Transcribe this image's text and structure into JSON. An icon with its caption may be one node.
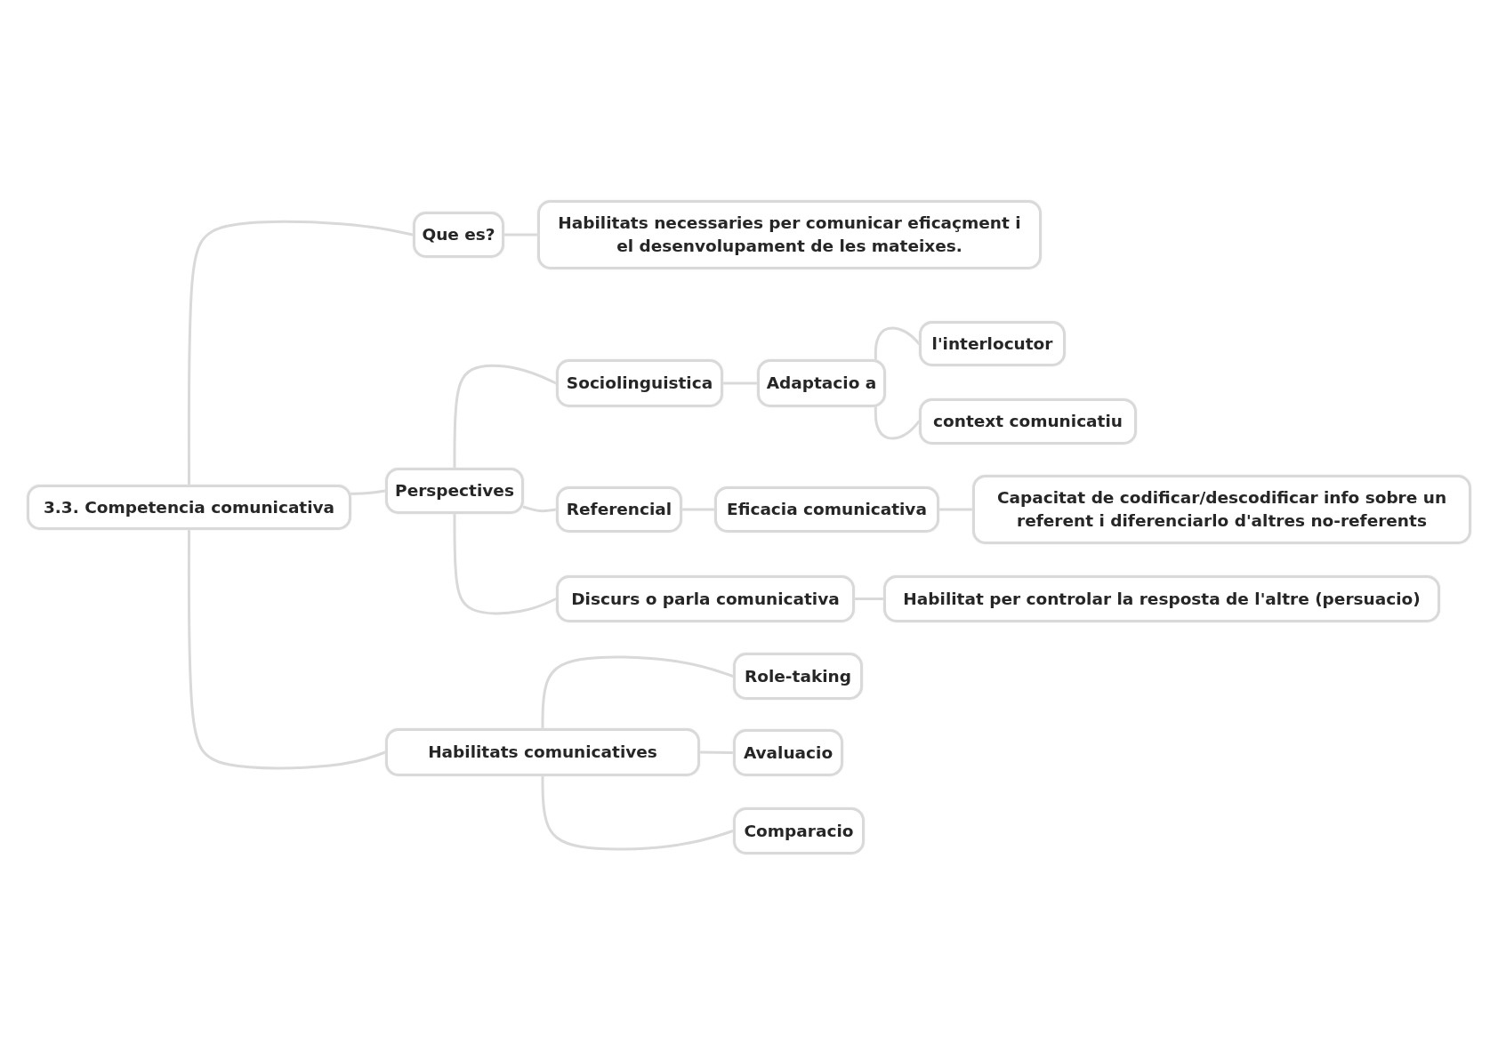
{
  "diagram": {
    "nodes": [
      {
        "text": [
          "3.3. Competencia comunicativa"
        ]
      },
      {
        "text": [
          "Que es?"
        ]
      },
      {
        "text": [
          "Habilitats necessaries per comunicar eficaçment i el desenvolupament de les mateixes."
        ]
      },
      {
        "text": [
          "Perspectives"
        ]
      },
      {
        "text": [
          "Sociolinguistica"
        ]
      },
      {
        "text": [
          "Adaptacio a"
        ]
      },
      {
        "text": [
          "l'interlocutor"
        ]
      },
      {
        "text": [
          "context comunicatiu"
        ]
      },
      {
        "text": [
          "Referencial"
        ]
      },
      {
        "text": [
          "Eficacia comunicativa"
        ]
      },
      {
        "text": [
          "Capacitat de codificar/descodificar info sobre un referent i diferenciarlo d'altres no-referents"
        ]
      },
      {
        "text": [
          "Discurs o parla comunicativa"
        ]
      },
      {
        "text": [
          "Habilitat per controlar la resposta de l'altre (persuacio)"
        ]
      },
      {
        "text": [
          "Habilitats comunicatives"
        ]
      },
      {
        "text": [
          "Role-taking"
        ]
      },
      {
        "text": [
          "Avaluacio"
        ]
      },
      {
        "text": [
          "Comparacio"
        ]
      }
    ],
    "edges": [
      {
        "from": 0,
        "to": 1,
        "arrow": "none"
      },
      {
        "from": 1,
        "to": 2,
        "arrow": "none"
      },
      {
        "from": 0,
        "to": 3,
        "arrow": "none"
      },
      {
        "from": 3,
        "to": 4,
        "arrow": "none"
      },
      {
        "from": 4,
        "to": 5,
        "arrow": "none"
      },
      {
        "from": 5,
        "to": 6,
        "arrow": "none"
      },
      {
        "from": 5,
        "to": 7,
        "arrow": "none"
      },
      {
        "from": 3,
        "to": 8,
        "arrow": "none"
      },
      {
        "from": 8,
        "to": 9,
        "arrow": "none"
      },
      {
        "from": 9,
        "to": 10,
        "arrow": "none"
      },
      {
        "from": 3,
        "to": 11,
        "arrow": "none"
      },
      {
        "from": 11,
        "to": 12,
        "arrow": "none"
      },
      {
        "from": 0,
        "to": 13,
        "arrow": "none"
      },
      {
        "from": 13,
        "to": 14,
        "arrow": "none"
      },
      {
        "from": 13,
        "to": 15,
        "arrow": "none"
      },
      {
        "from": 13,
        "to": 16,
        "arrow": "none"
      }
    ]
  }
}
